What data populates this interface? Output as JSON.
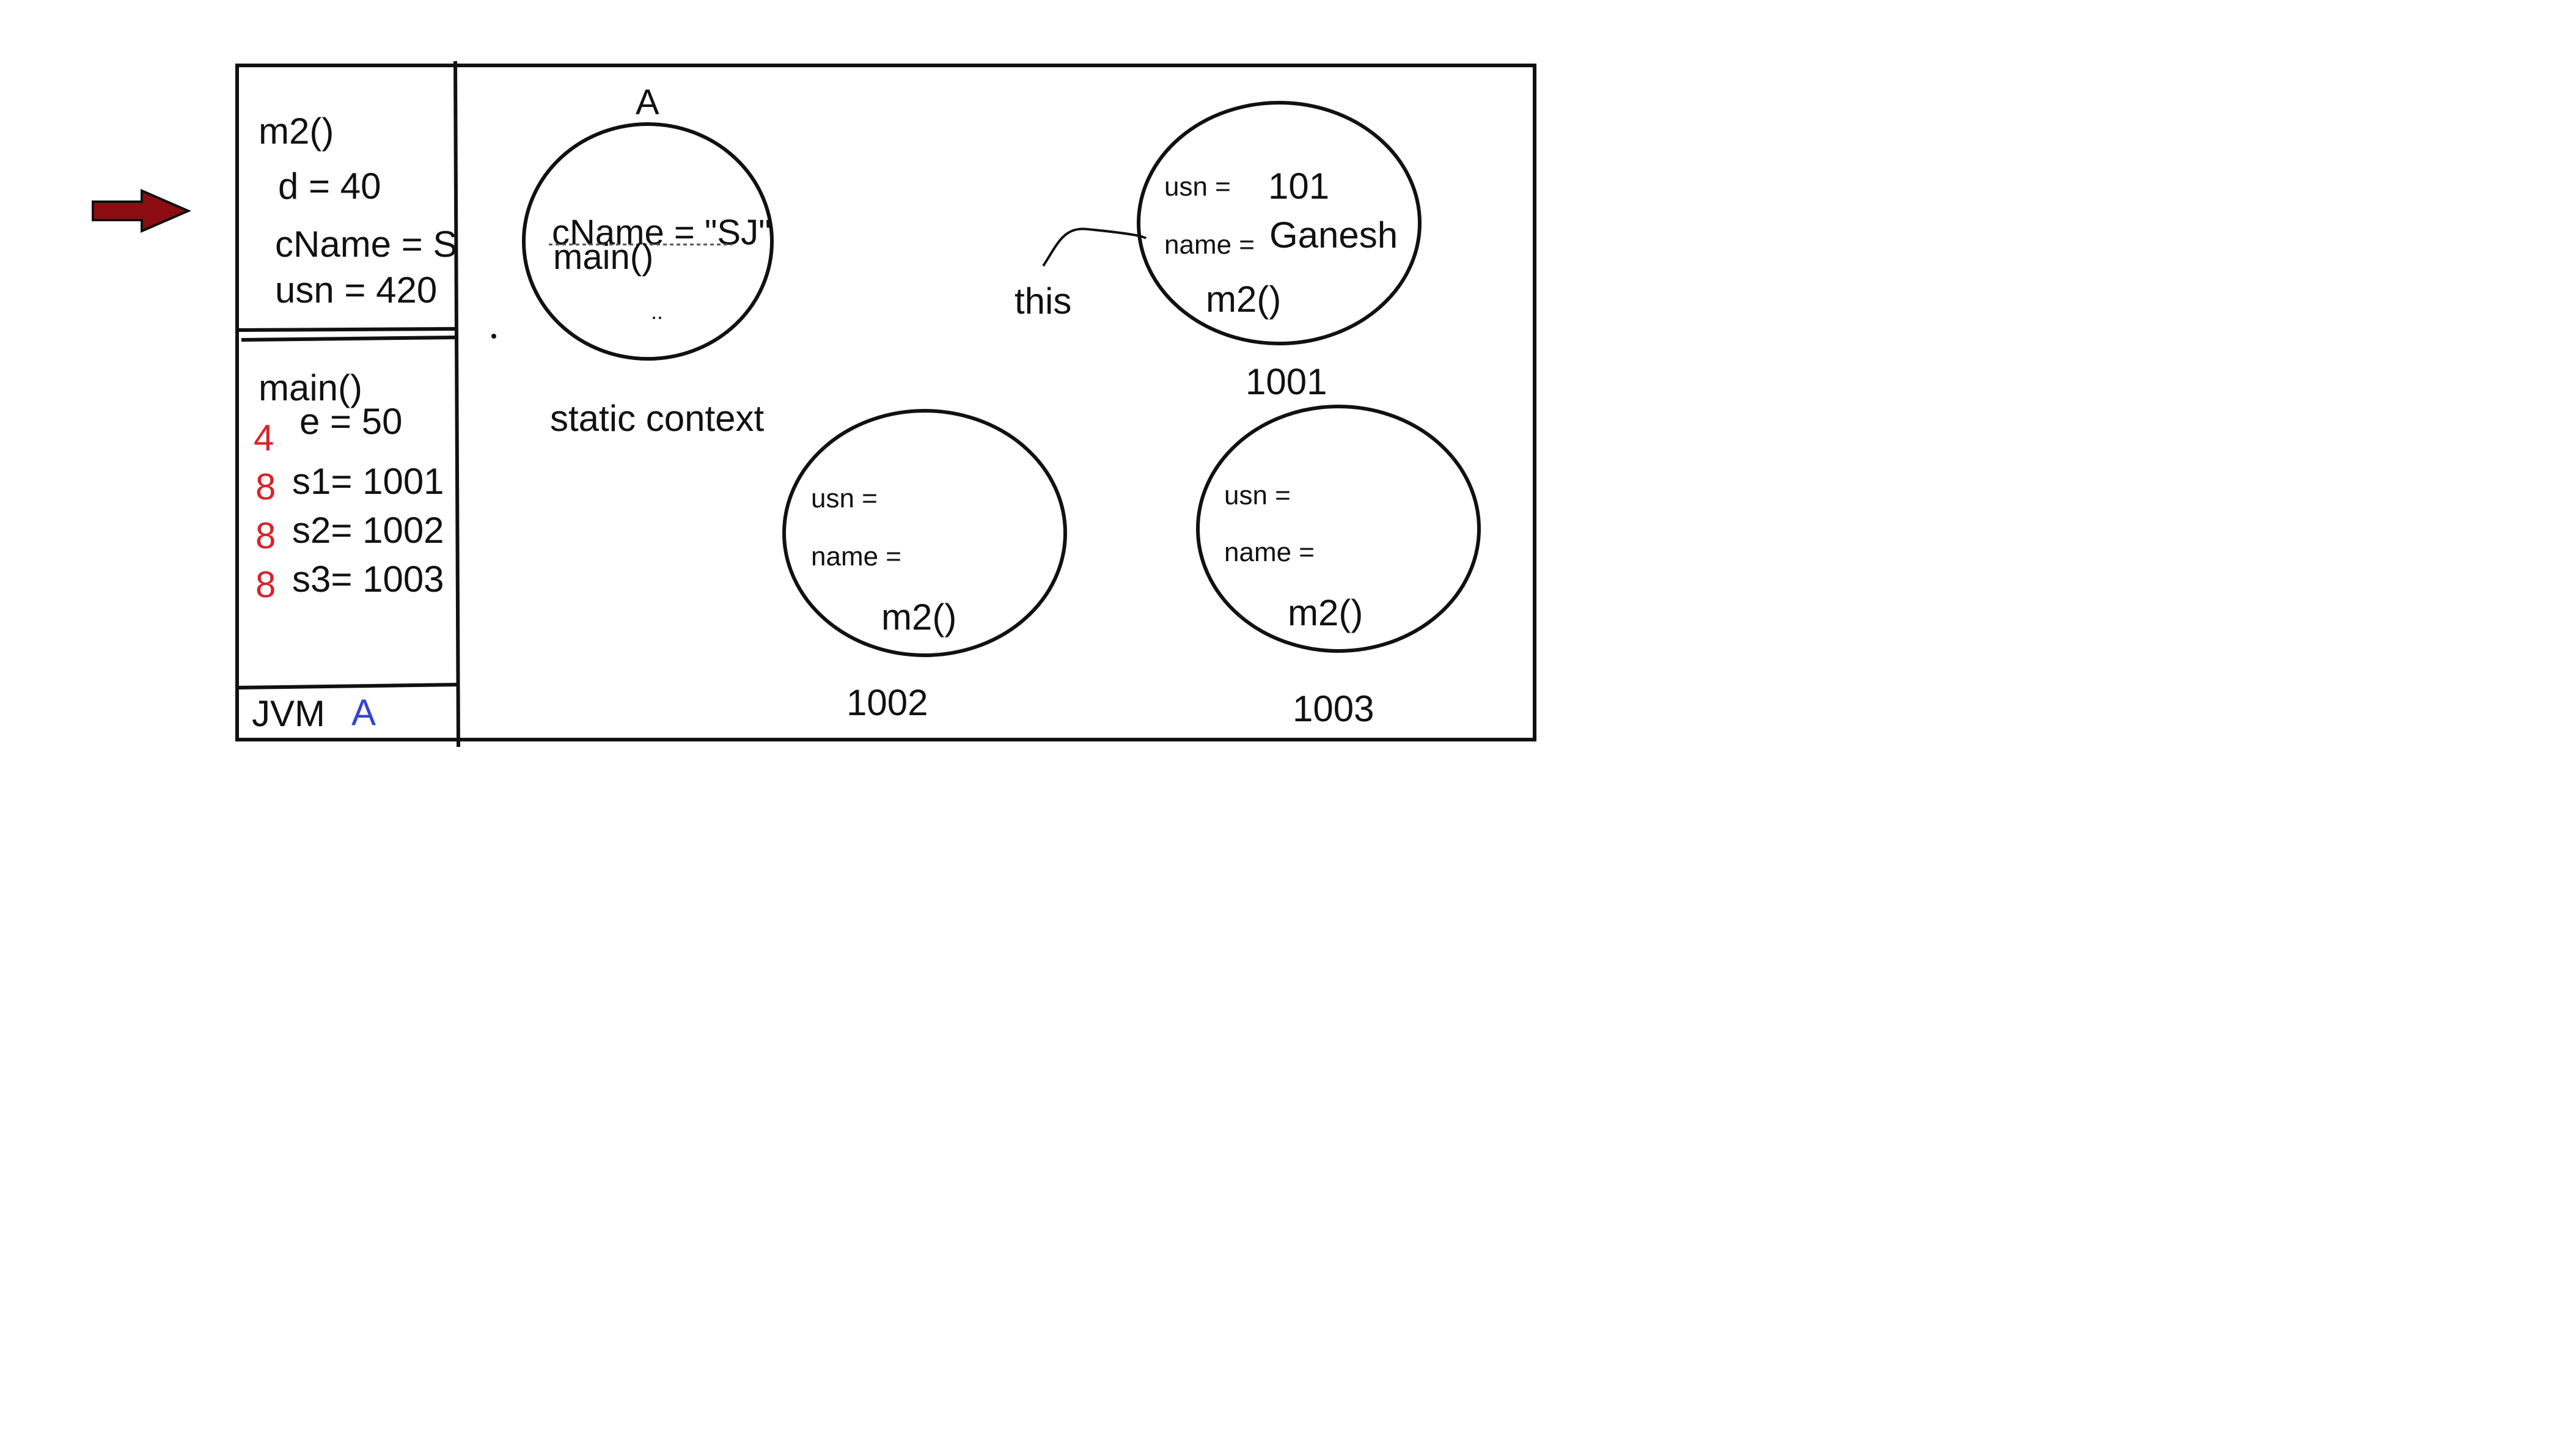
{
  "stack": {
    "frames": [
      {
        "method": "m2()",
        "vars": [
          "d = 40",
          "cName = S",
          "usn = 420"
        ]
      },
      {
        "method": "main()",
        "vars": [
          {
            "badge": "4",
            "text": "e = 50"
          },
          {
            "badge": "8",
            "text": "s1= 1001"
          },
          {
            "badge": "8",
            "text": "s2= 1002"
          },
          {
            "badge": "8",
            "text": "s3= 1003"
          }
        ]
      }
    ],
    "jvm_label": "JVM",
    "jvm_class": "A"
  },
  "heap": {
    "class_area": {
      "class_name": "A",
      "field": "cName = \"SJ\"",
      "method": "main()",
      "caption": "static context"
    },
    "objects": [
      {
        "address": "1001",
        "usn_label": "usn =",
        "usn_value": "101",
        "name_label": "name =",
        "name_value": "Ganesh",
        "method": "m2()"
      },
      {
        "address": "1002",
        "usn_label": "usn =",
        "usn_value": "",
        "name_label": "name =",
        "name_value": "",
        "method": "m2()"
      },
      {
        "address": "1003",
        "usn_label": "usn =",
        "usn_value": "",
        "name_label": "name =",
        "name_value": "",
        "method": "m2()"
      }
    ],
    "this_label": "this"
  },
  "colors": {
    "pointer_arrow": "#8b0d12",
    "badge": "#d8232a",
    "jvm_class": "#3344cc"
  },
  "icons": {
    "pointer": "current-frame-arrow-icon"
  }
}
